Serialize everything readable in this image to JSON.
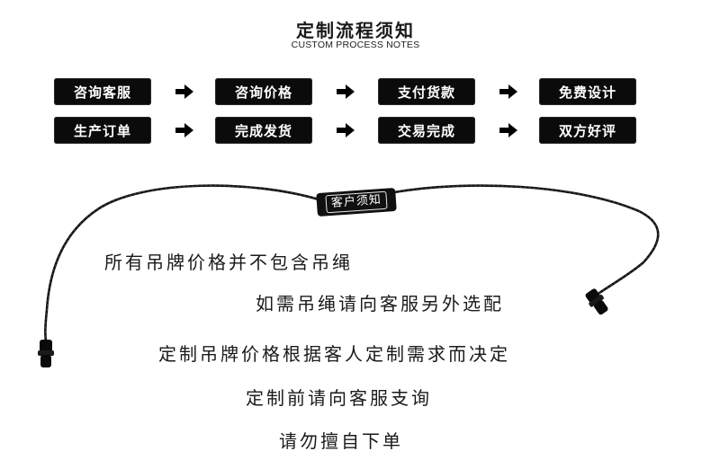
{
  "header": {
    "title": "定制流程须知",
    "subtitle": "CUSTOM PROCESS NOTES"
  },
  "process": {
    "row1": [
      "咨询客服",
      "咨询价格",
      "支付货款",
      "免费设计"
    ],
    "row2": [
      "生产订单",
      "完成发货",
      "交易完成",
      "双方好评"
    ]
  },
  "tag": {
    "label": "客户须知"
  },
  "notes": [
    "所有吊牌价格并不包含吊绳",
    "如需吊绳请向客服另外选配",
    "定制吊牌价格根据客人定制需求而决定",
    "定制前请向客服支询",
    "请勿擅自下单"
  ]
}
